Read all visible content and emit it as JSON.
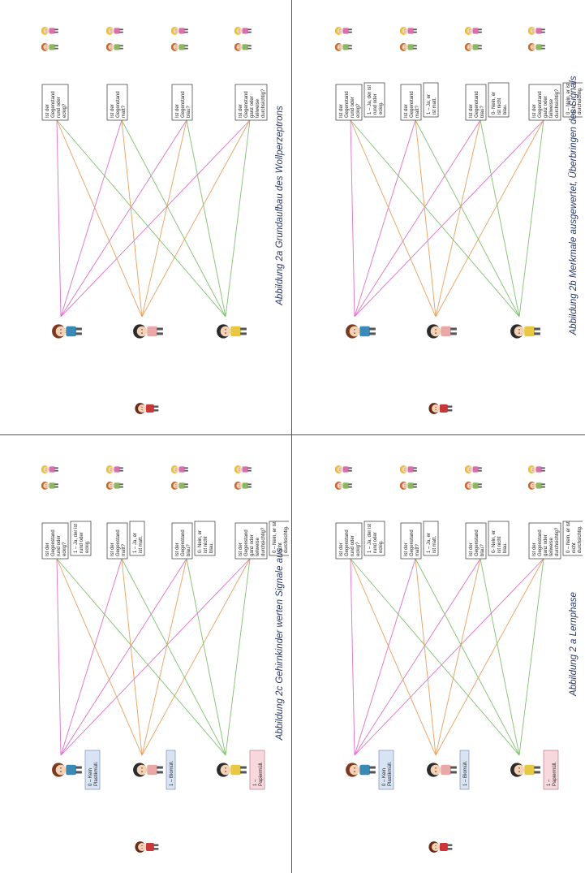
{
  "figure": {
    "captions": {
      "q2a": "Abbildung 2a Grundaufbau des Wollperzeptrons",
      "q2b": "Abbildung 2b Merkmale ausgewertet, Überbringen des Signals",
      "q2c": "Abbildung 2c Gehirnkinder werten Signale aus",
      "q2a_lern": "Abbildung 2 a Lernphase"
    },
    "questions": [
      [
        "Ist der",
        "Gegenstand",
        "rund oder",
        "eckig?"
      ],
      [
        "Ist der",
        "Gegenstand",
        "matt?"
      ],
      [
        "Ist der",
        "Gegenstand",
        "blau?"
      ],
      [
        "Ist der",
        "Gegenstand",
        "ganz oder",
        "teilweise",
        "durchsichtig?"
      ]
    ],
    "answers": [
      [
        "1 – Ja, der ist",
        "rund oder",
        "eckig."
      ],
      [
        "1 – Ja, er",
        "ist matt."
      ],
      [
        "0- Nein, er",
        "ist nicht",
        "blau."
      ],
      [
        "0 – Nein, er ist",
        "nicht",
        "durchsichtig."
      ]
    ],
    "outputs": [
      [
        "0 – Kein",
        "Plastikmüll."
      ],
      [
        "1 – Biomüll."
      ],
      [
        "1 –",
        "Papiermüll."
      ]
    ],
    "colors": {
      "pink": "#e070c8",
      "orange": "#e8a060",
      "green": "#80c070",
      "divider": "#555555",
      "caption": "#2a3a6a"
    }
  }
}
